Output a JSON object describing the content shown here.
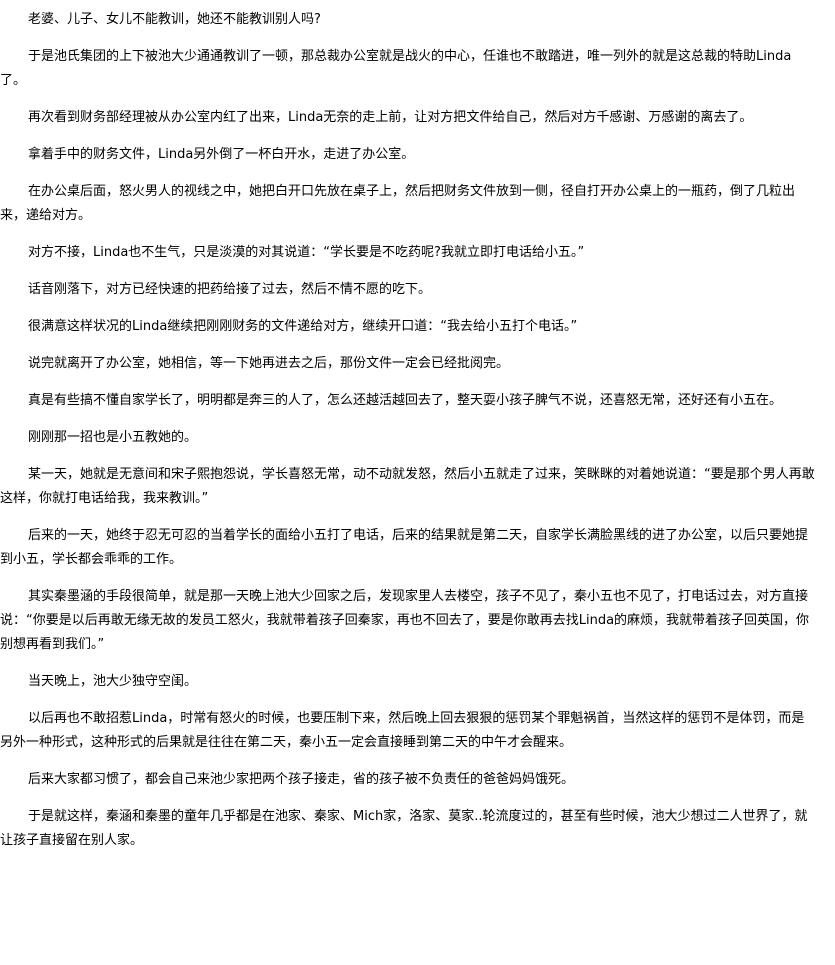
{
  "paragraphs": [
    "老婆、儿子、女儿不能教训，她还不能教训别人吗?",
    "于是池氏集团的上下被池大少通通教训了一顿，那总裁办公室就是战火的中心，任谁也不敢踏进，唯一列外的就是这总裁的特助Linda了。",
    "再次看到财务部经理被从办公室内红了出来，Linda无奈的走上前，让对方把文件给自己，然后对方千感谢、万感谢的离去了。",
    "拿着手中的财务文件，Linda另外倒了一杯白开水，走进了办公室。",
    "在办公桌后面，怒火男人的视线之中，她把白开口先放在桌子上，然后把财务文件放到一侧，径自打开办公桌上的一瓶药，倒了几粒出来，递给对方。",
    "对方不接，Linda也不生气，只是淡漠的对其说道：“学长要是不吃药呢?我就立即打电话给小五。”",
    "话音刚落下，对方已经快速的把药给接了过去，然后不情不愿的吃下。",
    "很满意这样状况的Linda继续把刚刚财务的文件递给对方，继续开口道：“我去给小五打个电话。”",
    "说完就离开了办公室，她相信，等一下她再进去之后，那份文件一定会已经批阅完。",
    "真是有些搞不懂自家学长了，明明都是奔三的人了，怎么还越活越回去了，整天耍小孩子脾气不说，还喜怒无常，还好还有小五在。",
    "刚刚那一招也是小五教她的。",
    "某一天，她就是无意间和宋子熙抱怨说，学长喜怒无常，动不动就发怒，然后小五就走了过来，笑眯眯的对着她说道：“要是那个男人再敢这样，你就打电话给我，我来教训。”",
    "后来的一天，她终于忍无可忍的当着学长的面给小五打了电话，后来的结果就是第二天，自家学长满脸黑线的进了办公室，以后只要她提到小五，学长都会乖乖的工作。",
    "其实秦墨涵的手段很简单，就是那一天晚上池大少回家之后，发现家里人去楼空，孩子不见了，秦小五也不见了，打电话过去，对方直接说：“你要是以后再敢无缘无故的发员工怒火，我就带着孩子回秦家，再也不回去了，要是你敢再去找Linda的麻烦，我就带着孩子回英国，你别想再看到我们。”",
    "当天晚上，池大少独守空闺。",
    "以后再也不敢招惹Linda，时常有怒火的时候，也要压制下来，然后晚上回去狠狠的惩罚某个罪魁祸首，当然这样的惩罚不是体罚，而是另外一种形式，这种形式的后果就是往往在第二天，秦小五一定会直接睡到第二天的中午才会醒来。",
    "后来大家都习惯了，都会自己来池少家把两个孩子接走，省的孩子被不负责任的爸爸妈妈饿死。",
    "于是就这样，秦涵和秦墨的童年几乎都是在池家、秦家、Mich家，洛家、莫家..轮流度过的，甚至有些时候，池大少想过二人世界了，就让孩子直接留在别人家。"
  ]
}
